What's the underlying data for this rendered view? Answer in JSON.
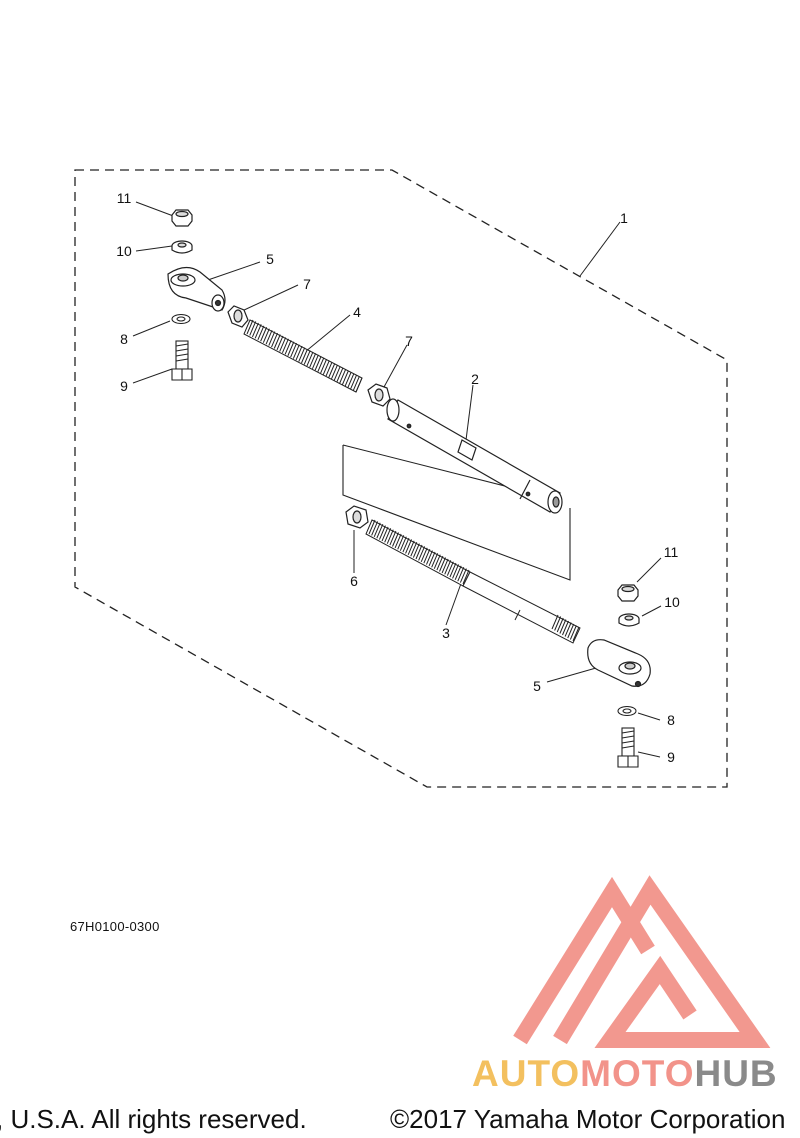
{
  "diagram": {
    "part_code": "67H0100-0300",
    "callouts": [
      "11",
      "10",
      "5",
      "7",
      "4",
      "8",
      "9",
      "7",
      "2",
      "1",
      "6",
      "3",
      "11",
      "10",
      "5",
      "8",
      "9"
    ]
  },
  "watermark": {
    "part1": "AUTO",
    "part2": "MOTO",
    "part3": "HUB",
    "colors": {
      "yellow": "#f3c05f",
      "pink": "#f2938a",
      "gray": "#8a8a8a"
    }
  },
  "footer": {
    "copyright_left": ", U.S.A. All rights reserved.",
    "copyright_right": "©2017 Yamaha Motor Corporation"
  }
}
